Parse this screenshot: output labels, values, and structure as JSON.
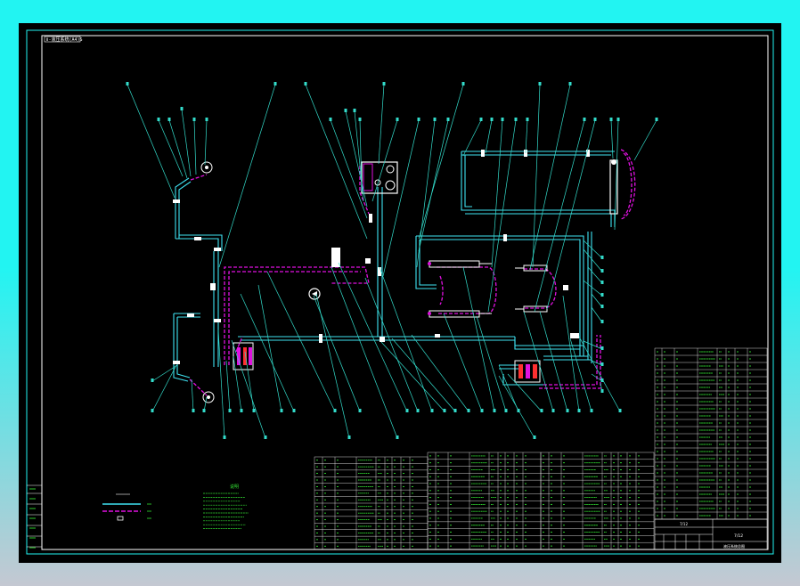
{
  "colors": {
    "outer_background": "#22f4f2",
    "sheet_background": "#000000",
    "border_line": "#ffffff",
    "pipe_cyan": "#3fe3f2",
    "hose_magenta": "#e011e0",
    "leader_line": "#33ddcc",
    "table_text": "#33e033",
    "title_block_text": "#ffffff"
  },
  "drawing": {
    "corner_tag": "Ⅱ-液压系统(A4)S",
    "notes_heading": "说明",
    "title_block_short": "7/12",
    "title_block_code": "7/12",
    "title_block_name": "液压系统总图",
    "description": "CAD hydraulic piping schematic: cyan rigid pipes, magenta dashed flexible hoses, numbered leader callouts, parts lists and title block."
  }
}
